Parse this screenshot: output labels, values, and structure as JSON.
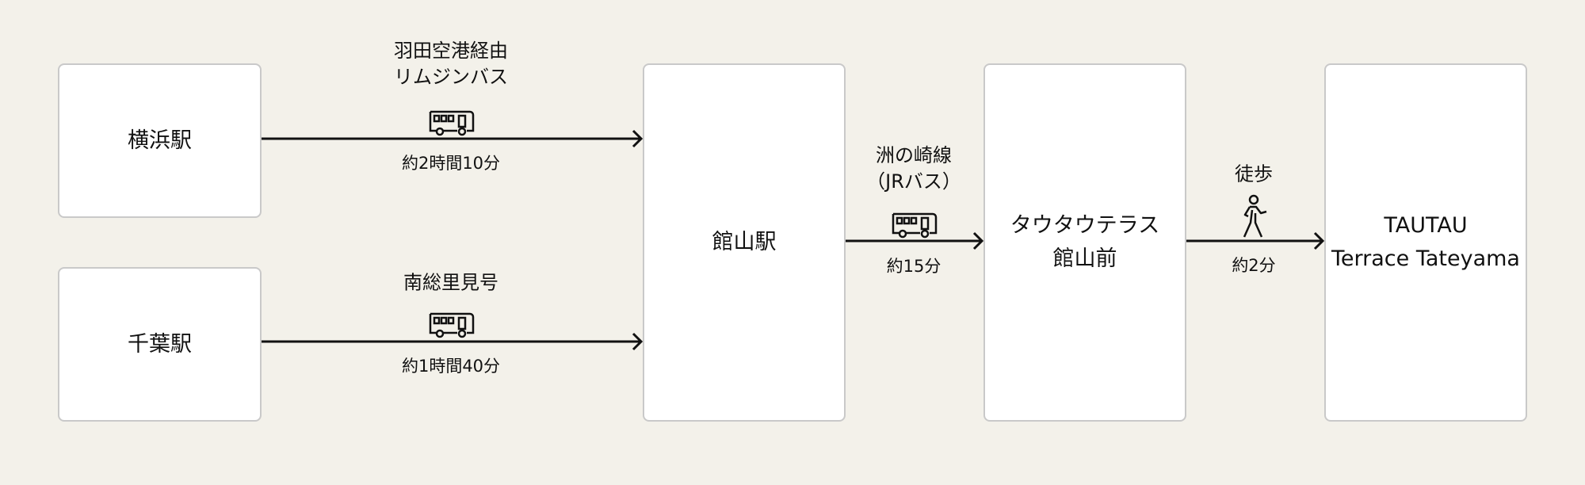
{
  "stations": {
    "yokohama": "横浜駅",
    "chiba": "千葉駅",
    "tateyama": "館山駅",
    "tautau_mae": [
      "タウタウテラス",
      "館山前"
    ],
    "destination": [
      "TAUTAU",
      "Terrace Tateyama"
    ]
  },
  "routes": {
    "yokohama_route": {
      "name": [
        "羽田空港経由",
        "リムジンバス"
      ],
      "duration": "約2時間10分",
      "icon": "bus-icon"
    },
    "chiba_route": {
      "name": [
        "南総里見号"
      ],
      "duration": "約1時間40分",
      "icon": "bus-icon"
    },
    "tateyama_route": {
      "name": [
        "洲の崎線",
        "（JRバス）"
      ],
      "duration": "約15分",
      "icon": "bus-icon"
    },
    "walk_route": {
      "name": [
        "徒歩"
      ],
      "duration": "約2分",
      "icon": "walking-person-icon"
    }
  },
  "colors": {
    "background": "#f3f1ea",
    "box": "#ffffff",
    "border": "#c9c9c9",
    "line": "#111111"
  }
}
